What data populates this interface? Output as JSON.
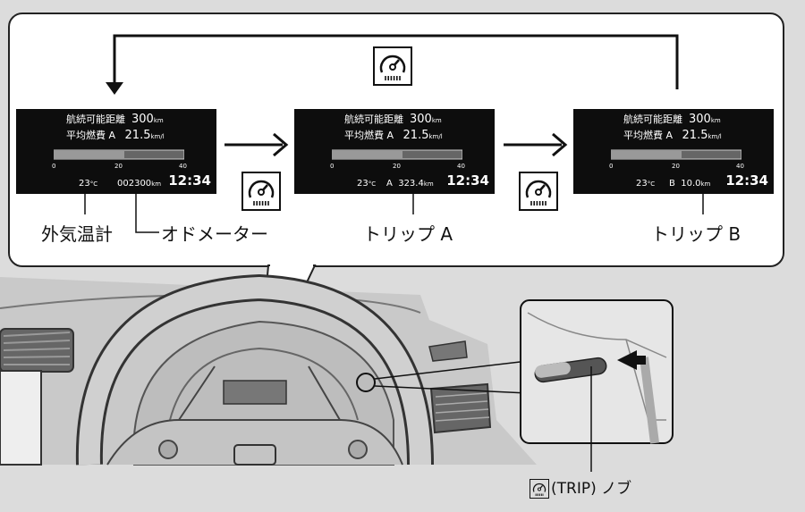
{
  "screens": [
    {
      "range_label": "航続可能距離",
      "range_value": "300",
      "range_unit": "km",
      "avg_label": "平均燃費 A",
      "avg_value": "21.5",
      "avg_unit": "km/l",
      "ticks": [
        "0",
        "20",
        "40"
      ],
      "temp_value": "23",
      "temp_unit": "°C",
      "counter_prefix": "",
      "counter_value": "002300",
      "counter_unit": "km",
      "clock": "12:34"
    },
    {
      "range_label": "航続可能距離",
      "range_value": "300",
      "range_unit": "km",
      "avg_label": "平均燃費 A",
      "avg_value": "21.5",
      "avg_unit": "km/l",
      "ticks": [
        "0",
        "20",
        "40"
      ],
      "temp_value": "23",
      "temp_unit": "°C",
      "counter_prefix": "A",
      "counter_value": "323.4",
      "counter_unit": "km",
      "clock": "12:34"
    },
    {
      "range_label": "航続可能距離",
      "range_value": "300",
      "range_unit": "km",
      "avg_label": "平均燃費 A",
      "avg_value": "21.5",
      "avg_unit": "km/l",
      "ticks": [
        "0",
        "20",
        "40"
      ],
      "temp_value": "23",
      "temp_unit": "°C",
      "counter_prefix": "B",
      "counter_value": "10.0",
      "counter_unit": "km",
      "clock": "12:34"
    }
  ],
  "captions": {
    "outside_temp": "外気温計",
    "odometer": "オドメーター",
    "trip_a": "トリップ A",
    "trip_b": "トリップ B"
  },
  "knob": {
    "label": "(TRIP) ノブ",
    "icon": "trip-knob-icon"
  },
  "colors": {
    "screen_bg": "#0d0d0d",
    "line": "#111111"
  }
}
